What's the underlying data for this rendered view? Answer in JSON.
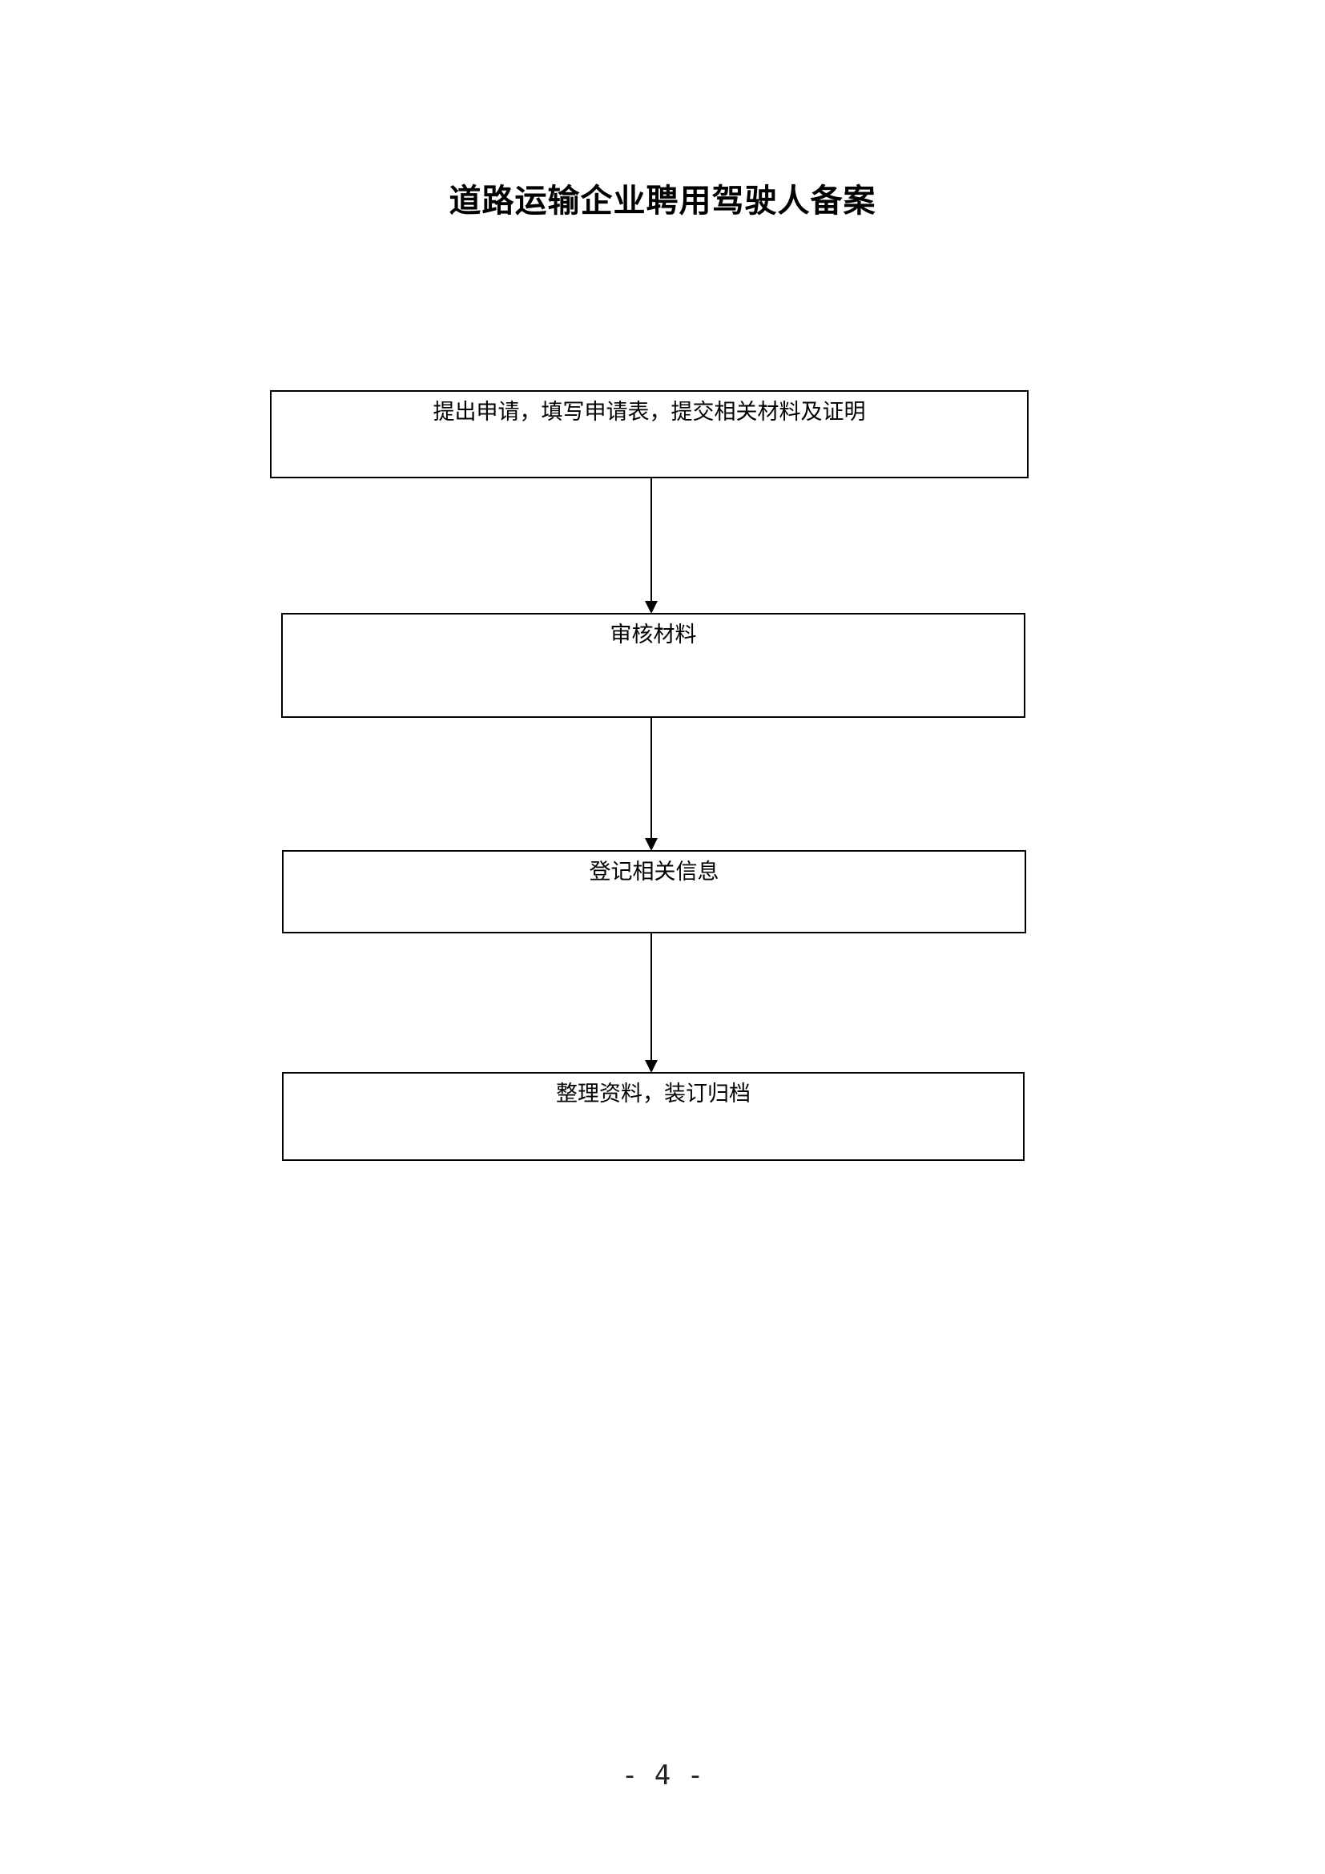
{
  "document": {
    "title": "道路运输企业聘用驾驶人备案",
    "page_number": "- 4 -"
  },
  "flowchart": {
    "steps": [
      {
        "label": "提出申请，填写申请表，提交相关材料及证明"
      },
      {
        "label": "审核材料"
      },
      {
        "label": "登记相关信息"
      },
      {
        "label": "整理资料，装订归档"
      }
    ],
    "line_color": "#000000"
  }
}
